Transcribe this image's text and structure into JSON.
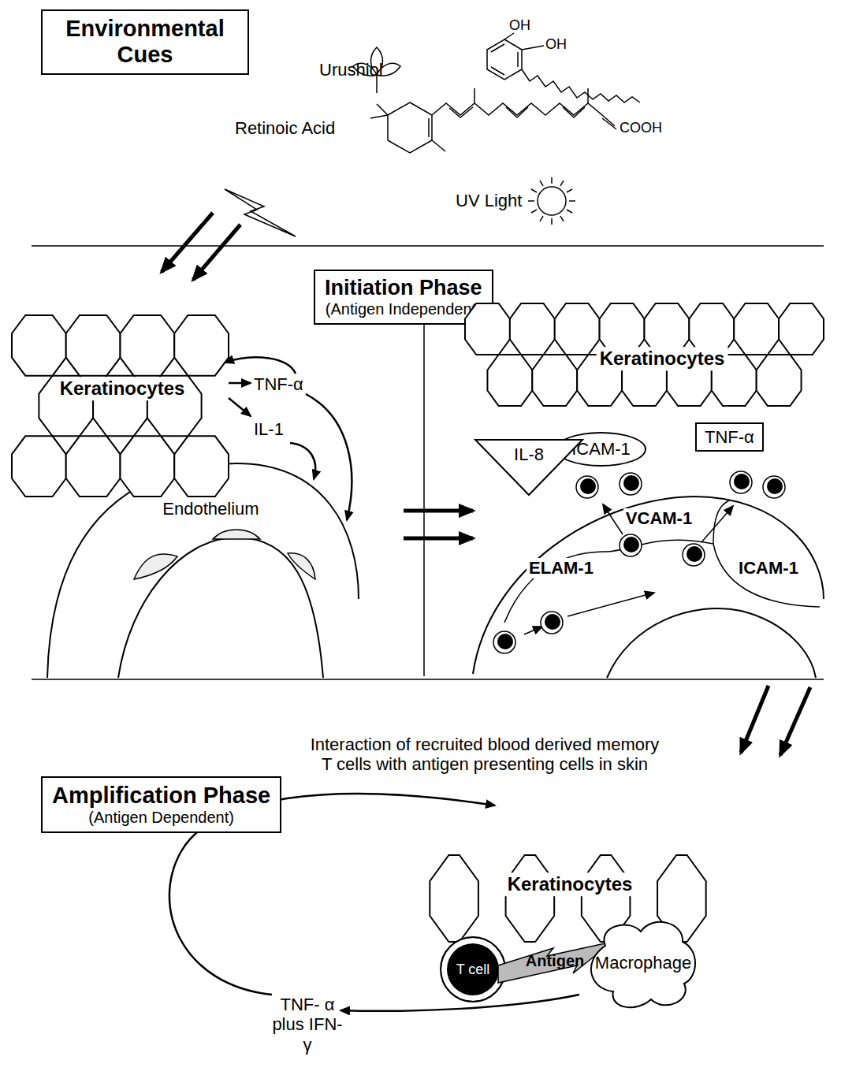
{
  "diagram": {
    "nodes": [
      {
        "text": [
          "Environmental Cues"
        ]
      },
      {
        "text": [
          "Initiation Phase",
          "(Antigen Independent)"
        ]
      },
      {
        "text": [
          "Keratinocytes"
        ]
      },
      {
        "text": [
          "Endothelium"
        ]
      },
      {
        "text": [
          "Keratinocytes"
        ]
      },
      {
        "text": [
          "ICAM-1"
        ]
      },
      {
        "text": [
          "TNF-α"
        ]
      },
      {
        "text": [
          "IL-8"
        ]
      },
      {
        "text": [
          "VCAM-1"
        ]
      },
      {
        "text": [
          "ELAM-1"
        ]
      },
      {
        "text": [
          "ICAM-1"
        ]
      },
      {
        "text": [
          "Amplification Phase",
          "(Antigen Dependent)"
        ]
      },
      {
        "text": [
          "Keratinocytes"
        ]
      },
      {
        "text": [
          "T cell"
        ]
      },
      {
        "text": [
          "Antigen"
        ]
      },
      {
        "text": [
          "Macrophage"
        ]
      }
    ],
    "labels": [
      "Urushiol",
      "OH",
      "OH",
      "Retinoic Acid",
      "COOH",
      "UV Light",
      "TNF-α",
      "IL-1",
      "Interaction of recruited blood derived memory T cells with antigen presenting cells in skin",
      "TNF- α plus IFN- γ"
    ]
  }
}
